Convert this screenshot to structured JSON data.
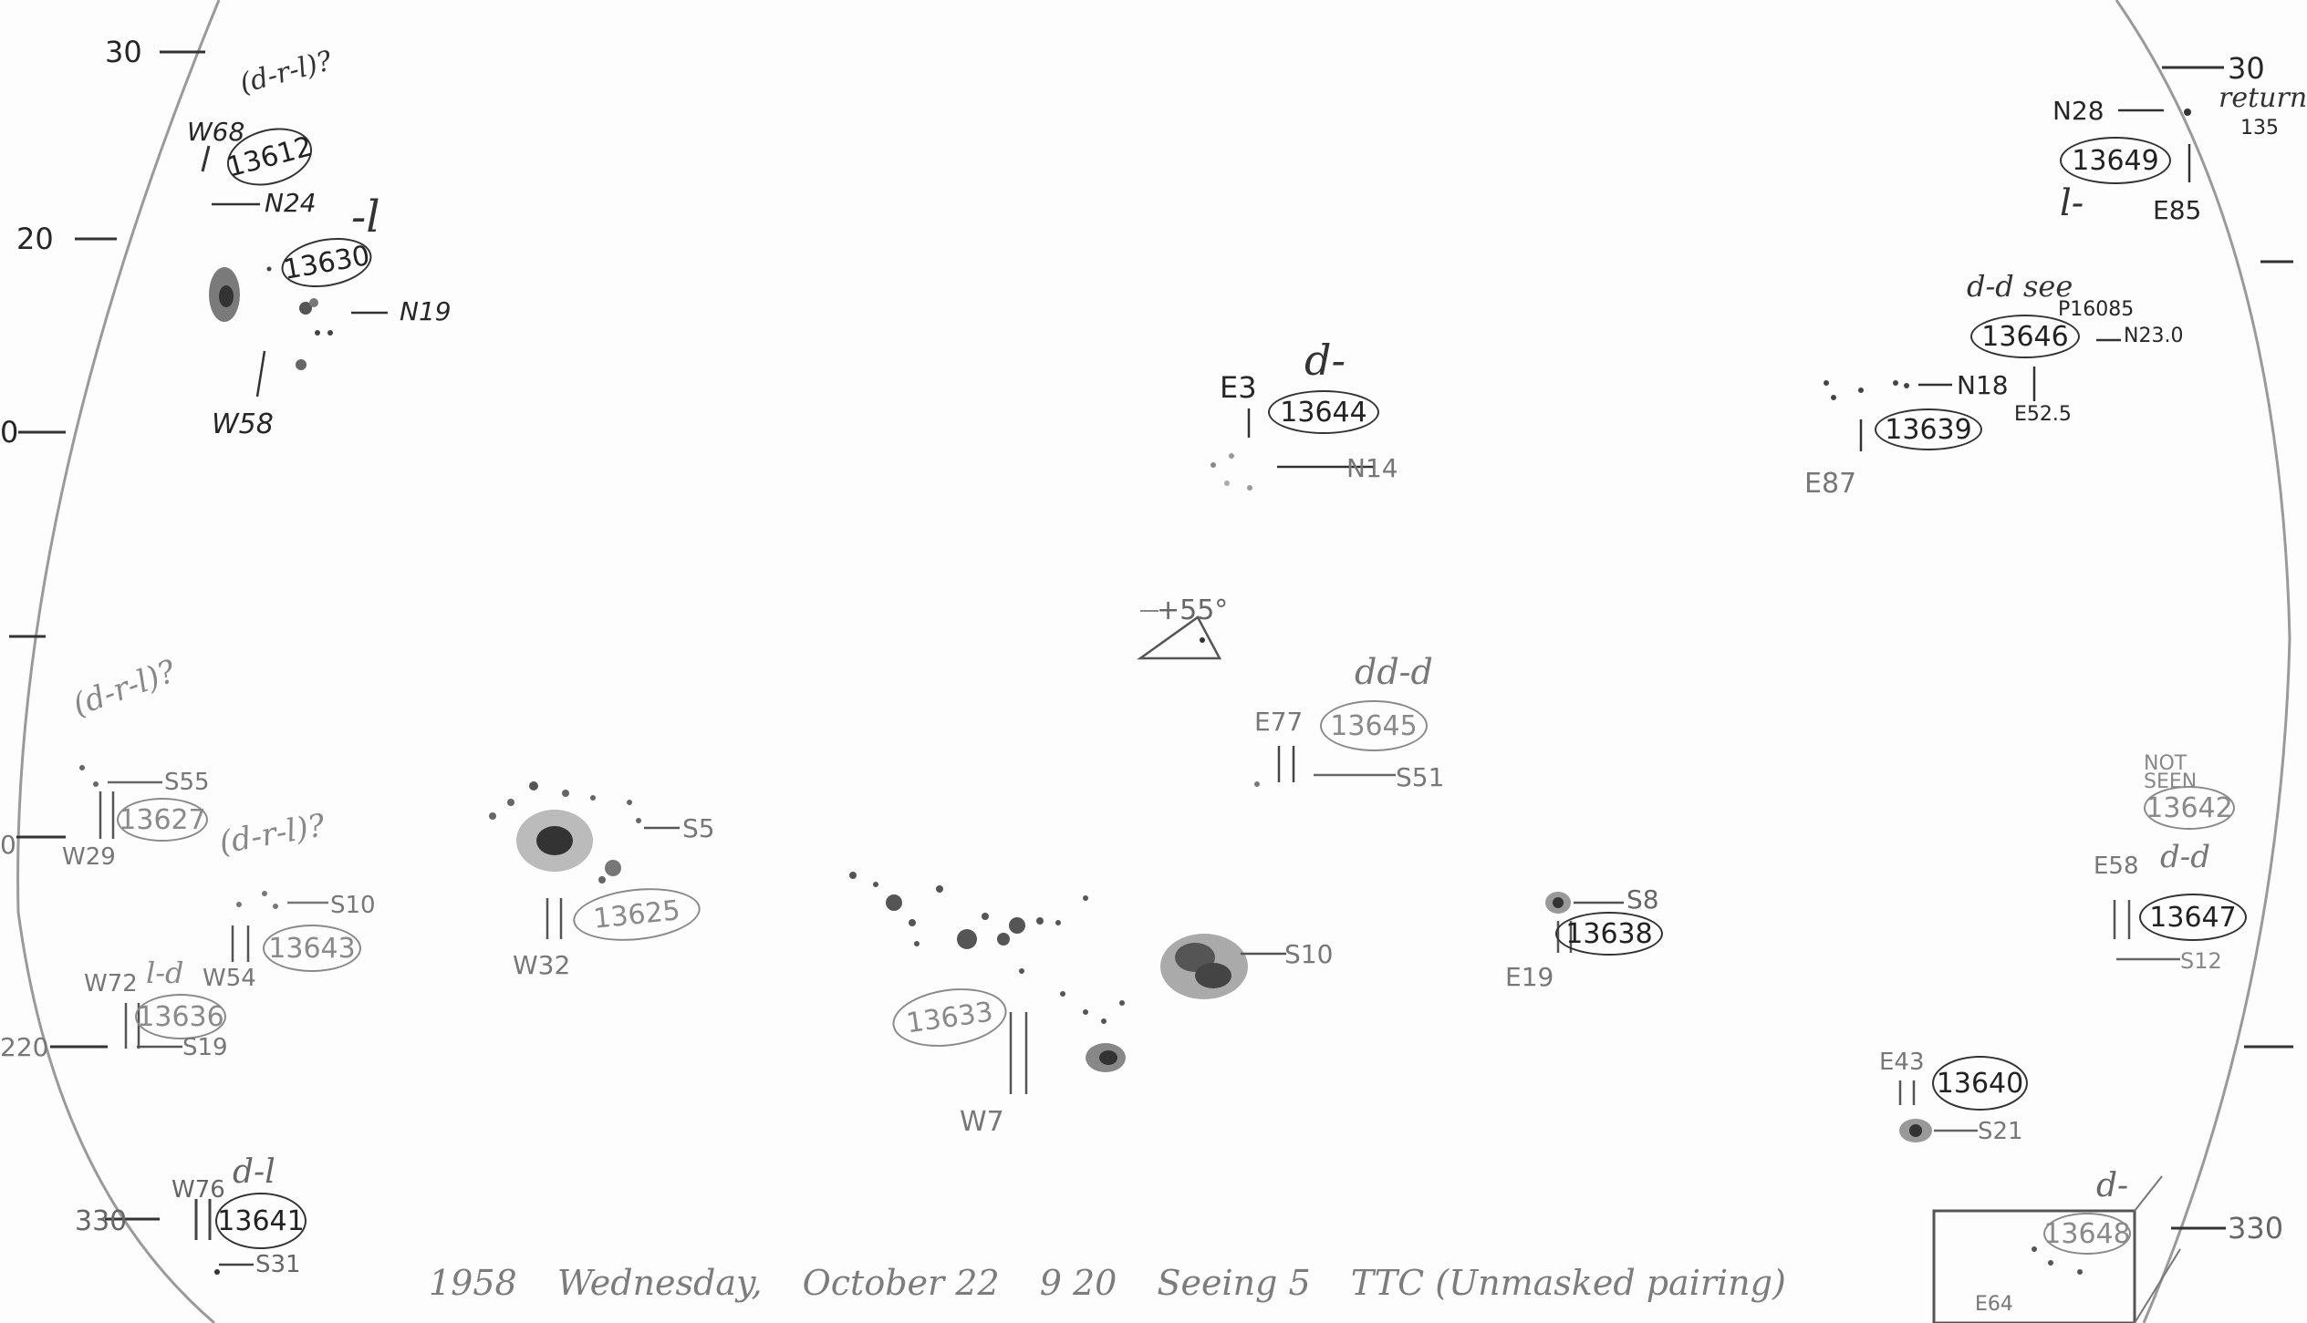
{
  "scale": {
    "left_top": "30",
    "left_20": "20",
    "left_mid_o": "0",
    "left_o2": "0",
    "left_220": "220",
    "left_330": "330",
    "right_top": "30",
    "right_bottom": "330"
  },
  "notes": {
    "w68_note": "(d-r-l)?",
    "return_note": "return",
    "return_num": "135",
    "r13644_note": "d-",
    "r13649_note": "l-",
    "r13630_note": "-l",
    "r13646_note": "d-d see",
    "r13646_ref": "P16085",
    "r13645_note": "dd-d",
    "r13627_note": "(d-r-l)?",
    "r13643_note": "(d-r-l)?",
    "r13636_note": "l-d",
    "r13641_note": "d-l",
    "r13647_note": "d-d",
    "r13642_note": "NOT SEEN",
    "r13648_note": "d-",
    "center_note": "+55°"
  },
  "regions": [
    {
      "id": "13612",
      "pos": [
        "W68",
        "N24"
      ]
    },
    {
      "id": "13630",
      "pos": [
        "W58",
        "N19"
      ]
    },
    {
      "id": "13649",
      "pos": [
        "E85",
        "N28"
      ]
    },
    {
      "id": "13646",
      "pos": [
        "N23.0"
      ]
    },
    {
      "id": "13644",
      "pos": [
        "E3",
        "N14"
      ]
    },
    {
      "id": "13639",
      "pos": [
        "E87",
        "N18",
        "E52.5"
      ]
    },
    {
      "id": "13645",
      "pos": [
        "E77",
        "S51"
      ]
    },
    {
      "id": "13627",
      "pos": [
        "W29",
        "S55"
      ]
    },
    {
      "id": "13625",
      "pos": [
        "W32",
        "S5"
      ]
    },
    {
      "id": "13643",
      "pos": [
        "W54",
        "S10"
      ]
    },
    {
      "id": "13636",
      "pos": [
        "W72",
        "S19"
      ]
    },
    {
      "id": "13633",
      "pos": [
        "W7",
        "S10"
      ]
    },
    {
      "id": "13638",
      "pos": [
        "E19",
        "S8"
      ]
    },
    {
      "id": "13640",
      "pos": [
        "E43",
        "S21"
      ]
    },
    {
      "id": "13641",
      "pos": [
        "W76",
        "S31"
      ]
    },
    {
      "id": "13642",
      "pos": []
    },
    {
      "id": "13647",
      "pos": [
        "E58",
        "S12"
      ]
    },
    {
      "id": "13648",
      "pos": [
        "E64"
      ]
    }
  ],
  "footer": {
    "year": "1958",
    "day": "Wednesday,",
    "date": "October 22",
    "time": "9 20",
    "seeing": "Seeing 5",
    "note": "TTC (Unmasked pairing)"
  }
}
